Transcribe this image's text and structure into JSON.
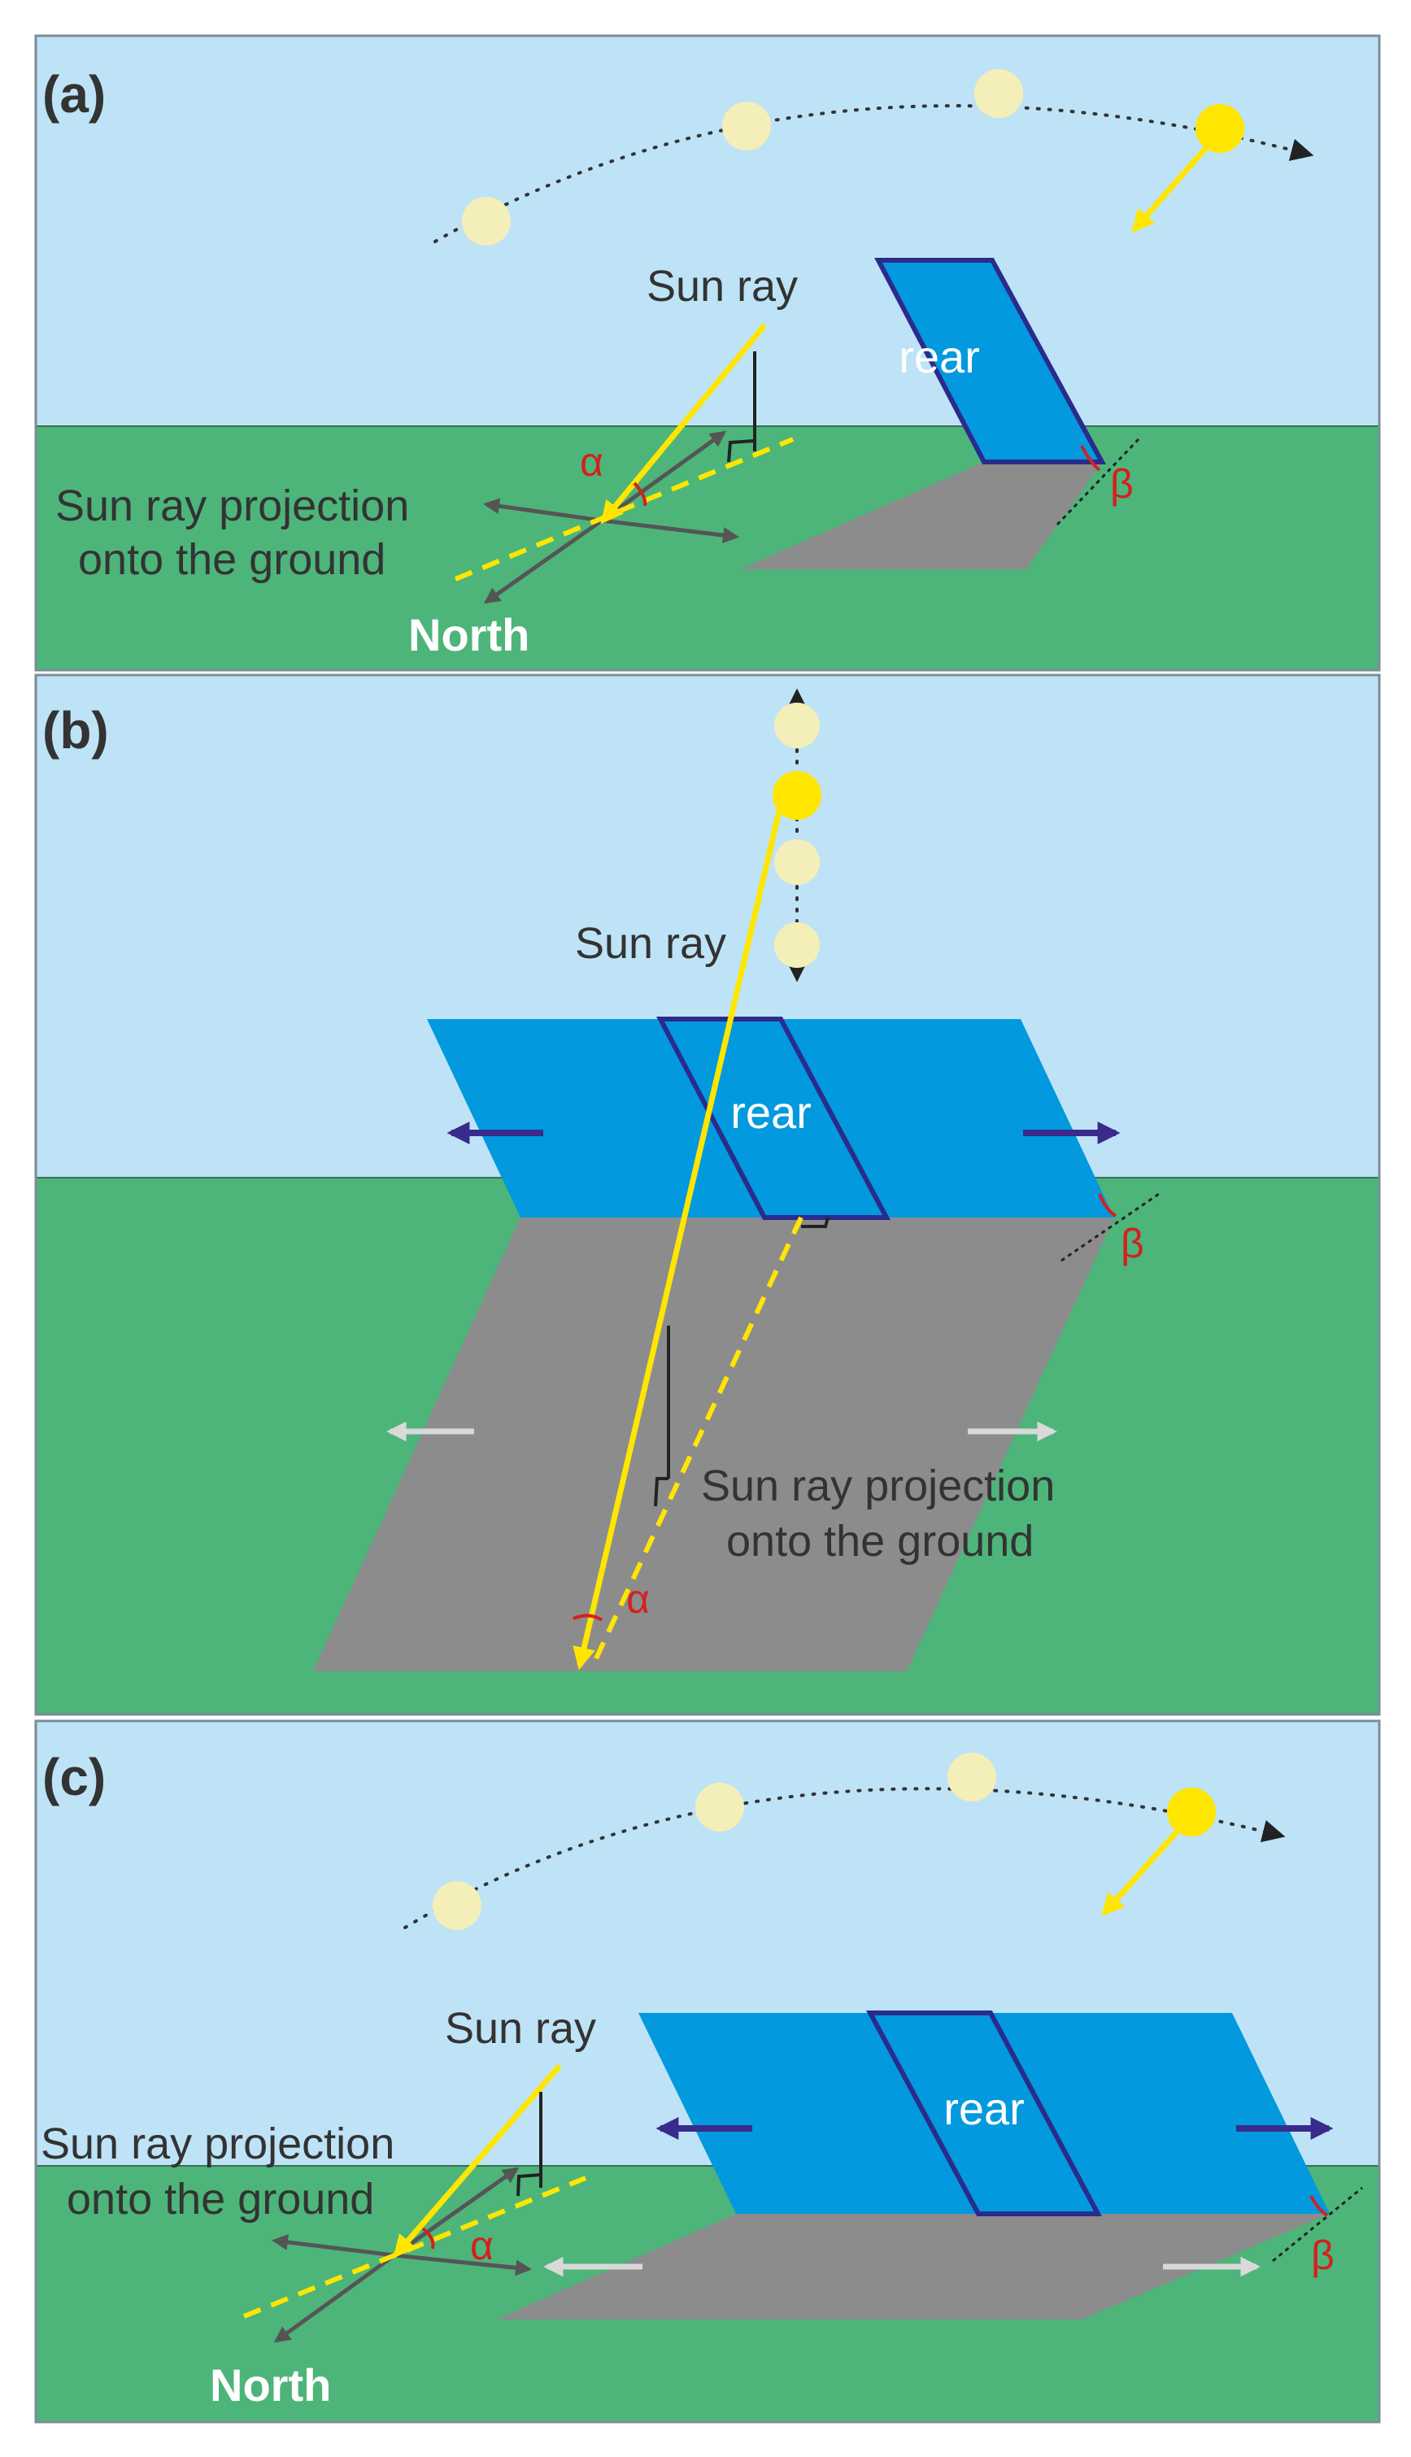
{
  "colors": {
    "sky": "#bee3f6",
    "ground": "#4db57a",
    "panel": "#0299de",
    "panel_outline": "#2a2b8c",
    "shadow": "#8c8c8c",
    "sun": "#ffe600",
    "sun_faded": "#f4efb8",
    "ray": "#ffe600",
    "compass": "#555555",
    "angle": "#d42020",
    "motion_arrow": "#3a2a8c",
    "shadow_arrow": "#d9d9d9"
  },
  "panel_a": {
    "label": "(a)",
    "sun_ray": "Sun ray",
    "projection_line1": "Sun ray projection",
    "projection_line2": "onto the ground",
    "north": "North",
    "rear": "rear",
    "alpha": "α",
    "beta": "β"
  },
  "panel_b": {
    "label": "(b)",
    "sun_ray": "Sun ray",
    "projection_line1": "Sun ray projection",
    "projection_line2": "onto the ground",
    "rear": "rear",
    "alpha": "α",
    "beta": "β"
  },
  "panel_c": {
    "label": "(c)",
    "sun_ray": "Sun ray",
    "projection_line1": "Sun ray projection",
    "projection_line2": "onto the ground",
    "north": "North",
    "rear": "rear",
    "alpha": "α",
    "beta": "β"
  }
}
